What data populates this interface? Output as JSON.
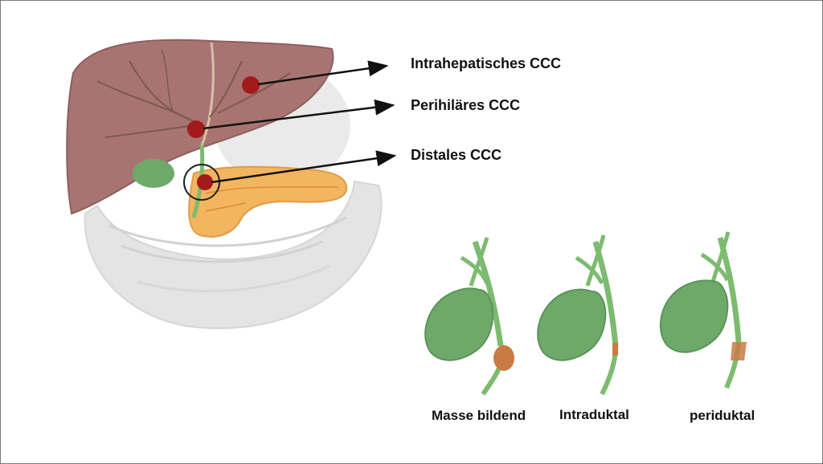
{
  "locations": [
    {
      "label": "Intrahepatisches CCC"
    },
    {
      "label": "Perihiläres CCC"
    },
    {
      "label": "Distales CCC"
    }
  ],
  "types": [
    {
      "label": "Masse bildend"
    },
    {
      "label": "Intraduktal"
    },
    {
      "label": "periduktal"
    }
  ],
  "colors": {
    "liver": "#a87472",
    "vessels": "#7d5a4a",
    "tumor_marker": "#a31a1a",
    "pancreas": "#f3b560",
    "gallbladder": "#6daa6a",
    "bile_duct": "#7cbb70",
    "mass": "#c97b45",
    "intestine": "#e6e6e6"
  }
}
